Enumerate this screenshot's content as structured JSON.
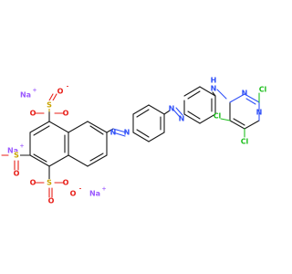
{
  "molecule": {
    "atom_colors": {
      "C": "#1a1a1a",
      "O": "#e8201a",
      "N": "#3050f8",
      "S": "#c9a400",
      "Cl": "#1fbf1f",
      "Na": "#9b59ff"
    },
    "labels": {
      "na1": "Na",
      "na1_charge": "+",
      "na2": "Na",
      "na2_charge": "+",
      "na3": "Na",
      "na3_charge": "+",
      "s1": "S",
      "s2": "S",
      "s3": "S",
      "o": "O",
      "o_minus": "-",
      "n": "N",
      "nh": "H",
      "cl": "Cl"
    }
  }
}
